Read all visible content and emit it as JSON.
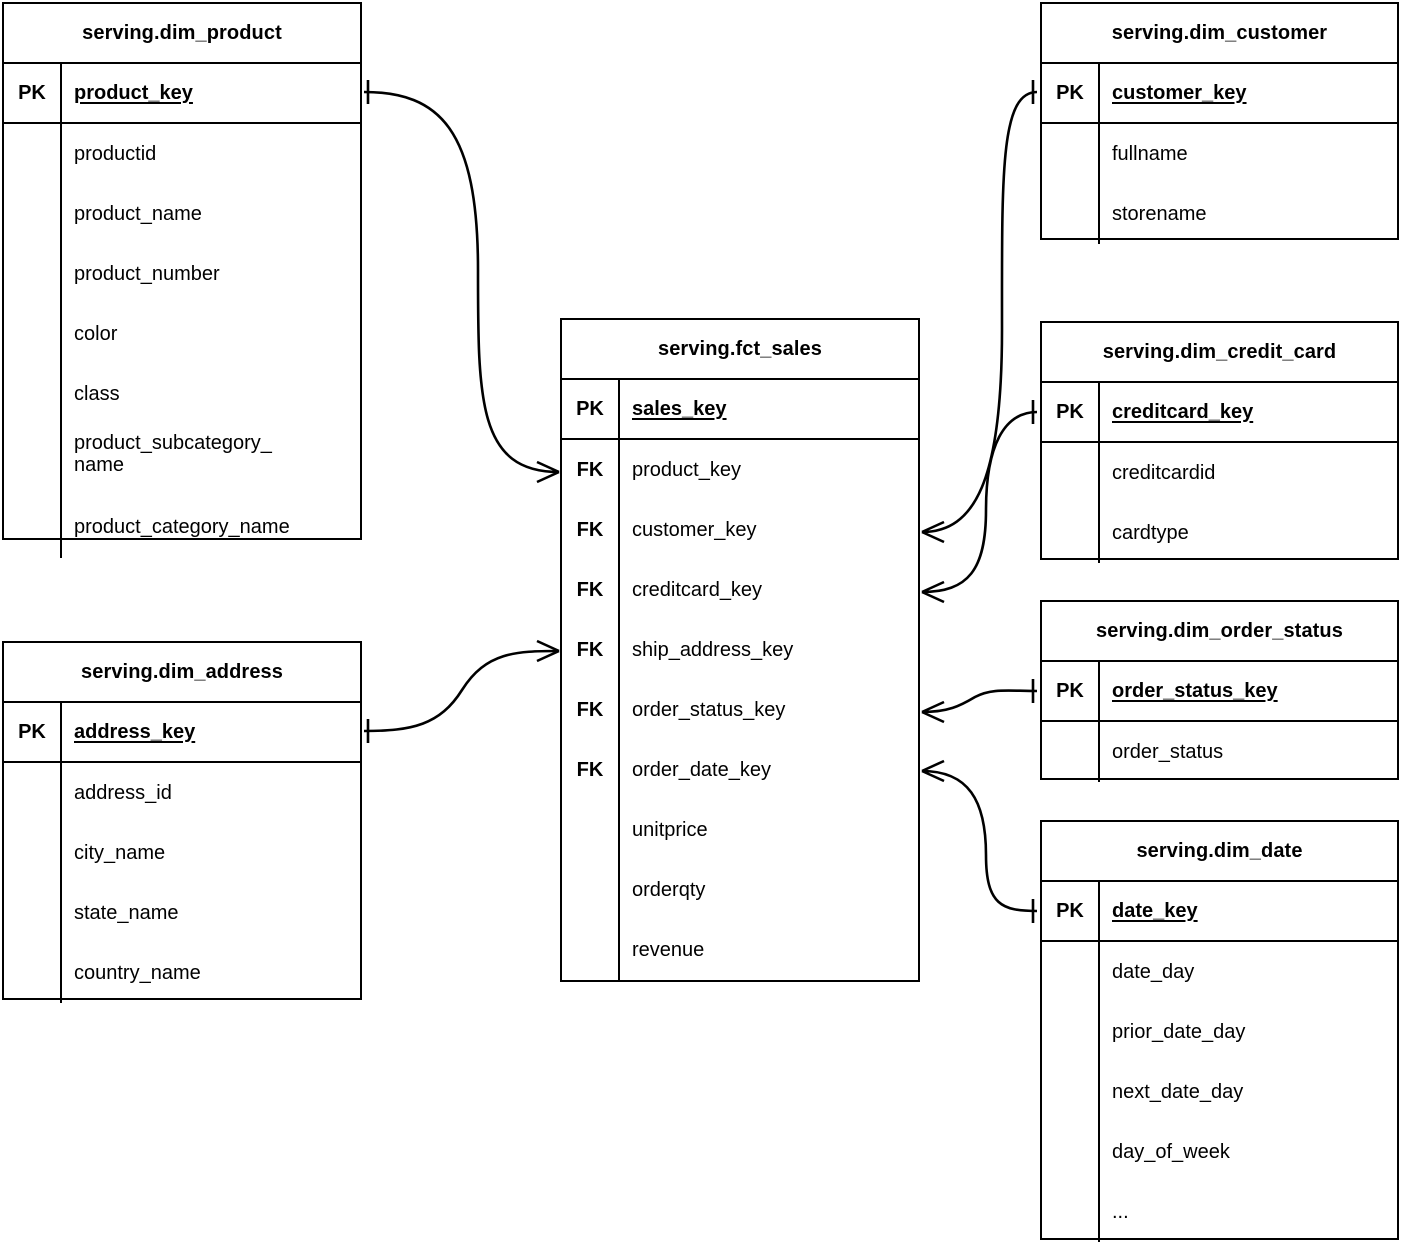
{
  "diagram": {
    "type": "entity-relationship-diagram",
    "notation": "crows-foot",
    "background_color": "#ffffff",
    "line_color": "#000000",
    "key_labels": {
      "primary": "PK",
      "foreign": "FK"
    }
  },
  "entities": {
    "dim_product": {
      "title": "serving.dim_product",
      "pk": {
        "key": "PK",
        "name": "product_key"
      },
      "attributes": [
        {
          "key": "",
          "name": "productid"
        },
        {
          "key": "",
          "name": "product_name"
        },
        {
          "key": "",
          "name": "product_number"
        },
        {
          "key": "",
          "name": "color"
        },
        {
          "key": "",
          "name": "class"
        },
        {
          "key": "",
          "name": "product_subcategory_",
          "name2": "name"
        },
        {
          "key": "",
          "name": "product_category_name"
        }
      ]
    },
    "dim_address": {
      "title": "serving.dim_address",
      "pk": {
        "key": "PK",
        "name": "address_key"
      },
      "attributes": [
        {
          "key": "",
          "name": "address_id"
        },
        {
          "key": "",
          "name": "city_name"
        },
        {
          "key": "",
          "name": "state_name"
        },
        {
          "key": "",
          "name": "country_name"
        }
      ]
    },
    "fct_sales": {
      "title": "serving.fct_sales",
      "pk": {
        "key": "PK",
        "name": "sales_key"
      },
      "attributes": [
        {
          "key": "FK",
          "name": "product_key"
        },
        {
          "key": "FK",
          "name": "customer_key"
        },
        {
          "key": "FK",
          "name": "creditcard_key"
        },
        {
          "key": "FK",
          "name": "ship_address_key"
        },
        {
          "key": "FK",
          "name": "order_status_key"
        },
        {
          "key": "FK",
          "name": "order_date_key"
        },
        {
          "key": "",
          "name": "unitprice"
        },
        {
          "key": "",
          "name": "orderqty"
        },
        {
          "key": "",
          "name": "revenue"
        }
      ]
    },
    "dim_customer": {
      "title": "serving.dim_customer",
      "pk": {
        "key": "PK",
        "name": "customer_key"
      },
      "attributes": [
        {
          "key": "",
          "name": "fullname"
        },
        {
          "key": "",
          "name": "storename"
        }
      ]
    },
    "dim_credit_card": {
      "title": "serving.dim_credit_card",
      "pk": {
        "key": "PK",
        "name": "creditcard_key"
      },
      "attributes": [
        {
          "key": "",
          "name": "creditcardid"
        },
        {
          "key": "",
          "name": "cardtype"
        }
      ]
    },
    "dim_order_status": {
      "title": "serving.dim_order_status",
      "pk": {
        "key": "PK",
        "name": "order_status_key"
      },
      "attributes": [
        {
          "key": "",
          "name": "order_status"
        }
      ]
    },
    "dim_date": {
      "title": "serving.dim_date",
      "pk": {
        "key": "PK",
        "name": "date_key"
      },
      "attributes": [
        {
          "key": "",
          "name": "date_day"
        },
        {
          "key": "",
          "name": "prior_date_day"
        },
        {
          "key": "",
          "name": "next_date_day"
        },
        {
          "key": "",
          "name": "day_of_week"
        },
        {
          "key": "",
          "name": "..."
        }
      ]
    }
  },
  "relationships": [
    {
      "from": "dim_product",
      "from_field": "product_key",
      "to": "fct_sales",
      "to_field": "product_key",
      "from_cardinality": "one",
      "to_cardinality": "many"
    },
    {
      "from": "dim_address",
      "from_field": "address_key",
      "to": "fct_sales",
      "to_field": "ship_address_key",
      "from_cardinality": "one",
      "to_cardinality": "many"
    },
    {
      "from": "dim_customer",
      "from_field": "customer_key",
      "to": "fct_sales",
      "to_field": "customer_key",
      "from_cardinality": "one",
      "to_cardinality": "many"
    },
    {
      "from": "dim_credit_card",
      "from_field": "creditcard_key",
      "to": "fct_sales",
      "to_field": "creditcard_key",
      "from_cardinality": "one",
      "to_cardinality": "many"
    },
    {
      "from": "dim_order_status",
      "from_field": "order_status_key",
      "to": "fct_sales",
      "to_field": "order_status_key",
      "from_cardinality": "one",
      "to_cardinality": "many"
    },
    {
      "from": "dim_date",
      "from_field": "date_key",
      "to": "fct_sales",
      "to_field": "order_date_key",
      "from_cardinality": "one",
      "to_cardinality": "many"
    }
  ]
}
